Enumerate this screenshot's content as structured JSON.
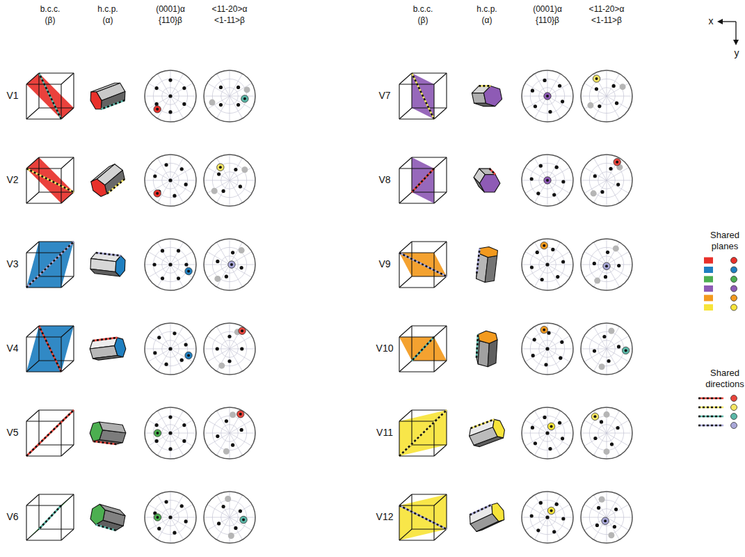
{
  "diagram": {
    "labels": [
      "b.c.c.",
      "(β)",
      "h.c.p.",
      "(α)",
      "(0001)α",
      "{110}β",
      "<11-20>α",
      "<1-11>β",
      "b.c.c.",
      "(β)",
      "h.c.p.",
      "(α)",
      "(0001)α",
      "{110}β",
      "<11-20>α",
      "<1-11>β",
      "x",
      "y",
      "V1",
      "V2",
      "V3",
      "V4",
      "V5",
      "V6",
      "V7",
      "V8",
      "V9",
      "V10",
      "V11",
      "V12",
      "Shared planes",
      "Shared directions"
    ]
  }
}
